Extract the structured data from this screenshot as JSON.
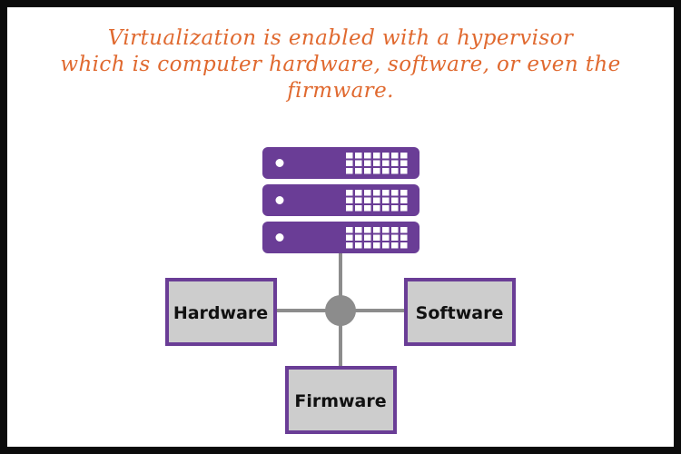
{
  "caption": {
    "line1": "Virtualization is enabled with a hypervisor",
    "line2": "which is computer hardware, software, or even the",
    "line3": "firmware."
  },
  "nodes": {
    "hardware": "Hardware",
    "software": "Software",
    "firmware": "Firmware"
  },
  "colors": {
    "server": "#6a3d96",
    "box_fill": "#cdcdcd",
    "box_border": "#6a3d96",
    "connector": "#8c8c8c",
    "caption": "#e0692f"
  },
  "icons": [
    "server-rack-icon",
    "hub-node-icon"
  ]
}
